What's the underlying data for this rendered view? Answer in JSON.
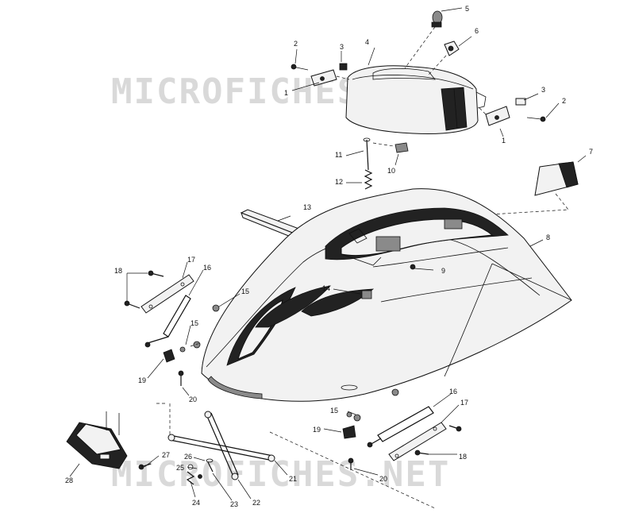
{
  "watermark": {
    "top_text": "MICROFICHES.NET",
    "bottom_text": "MICROFICHES.NET"
  },
  "callouts": {
    "c1a": "1",
    "c1b": "1",
    "c2a": "2",
    "c2b": "2",
    "c3a": "3",
    "c3b": "3",
    "c4": "4",
    "c5": "5",
    "c6": "6",
    "c7": "7",
    "c8": "8",
    "c9": "9",
    "c10": "10",
    "c11": "11",
    "c12": "12",
    "c13": "13",
    "c14": "14",
    "c15a": "15",
    "c15b": "15",
    "c15c": "15",
    "c16a": "16",
    "c16b": "16",
    "c17a": "17",
    "c17b": "17",
    "c18a": "18",
    "c18b": "18",
    "c19a": "19",
    "c19b": "19",
    "c20a": "20",
    "c20b": "20",
    "c21": "21",
    "c22": "22",
    "c23": "23",
    "c24": "24",
    "c25": "25",
    "c26": "26",
    "c27": "27",
    "c28": "28"
  }
}
